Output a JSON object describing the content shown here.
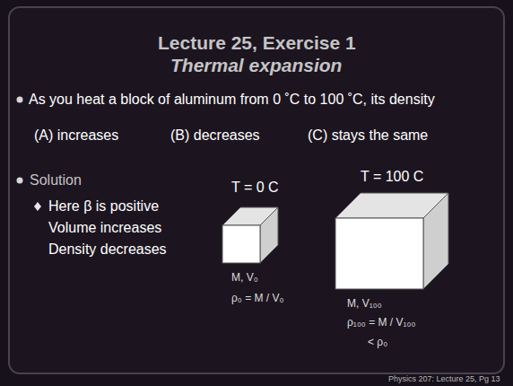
{
  "diagram": {
    "title": "Lecture 25, Exercise 1",
    "labels": [
      "Thermal expansion",
      "As you heat a block of aluminum from 0 ˚C to 100 ˚C, its density",
      "(A) increases",
      "(B) decreases",
      "(C) stays the same",
      "Solution",
      "Here β is positive",
      "Volume increases",
      "Density decreases",
      "T = 0 C",
      "T = 100 C",
      "M, V₀",
      "ρ₀ = M / V₀",
      "M, V₁₀₀",
      "ρ₁₀₀ = M / V₁₀₀",
      "< ρ₀",
      "Physics 207: Lecture 25, Pg 13"
    ]
  }
}
